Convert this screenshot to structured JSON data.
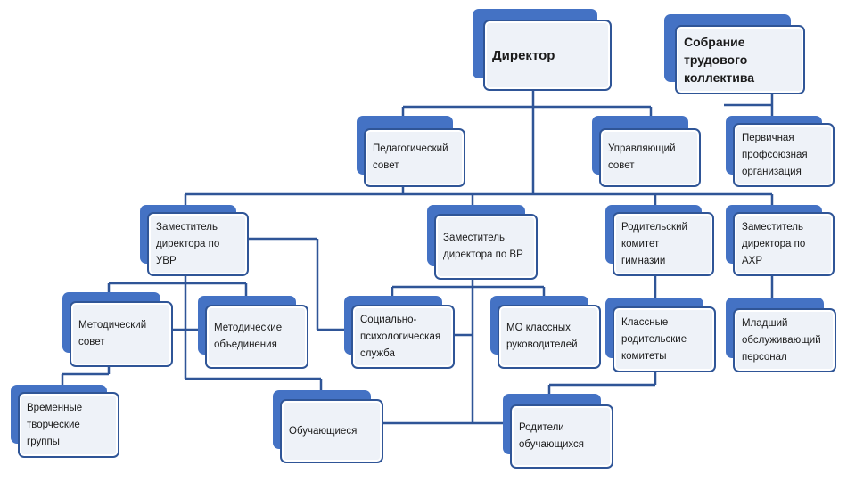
{
  "nodes": {
    "director": "Директор",
    "assembly": "Собрание\nтрудового\nколлектива",
    "ped_council": "Педагогический\nсовет",
    "gov_council": "Управляющий\nсовет",
    "union": "Первичная\nпрофсоюзная\nорганизация",
    "deputy_uvr": "Заместитель\nдиректора по\nУВР",
    "deputy_vr": "Заместитель\nдиректора по ВР",
    "parent_committee": "Родительский\nкомитет\nгимназии",
    "deputy_ahr": "Заместитель\nдиректора по\nАХР",
    "method_council": "Методический\nсовет",
    "method_unions": "Методические\nобъединения",
    "social_service": "Социально-\nпсихологическая\nслужба",
    "mo_class": "МО классных\nруководителей",
    "class_committees": "Классные\nродительские\nкомитеты",
    "junior_staff": "Младший\nобслуживающий\nперсонал",
    "creative_groups": "Временные\nтворческие\nгруппы",
    "students": "Обучающиеся",
    "parents": "Родители\nобучающихся"
  },
  "colors": {
    "box_back": "#4472c4",
    "box_border": "#2f5597",
    "box_fill": "#eef2f8",
    "connector": "#2f5597"
  }
}
